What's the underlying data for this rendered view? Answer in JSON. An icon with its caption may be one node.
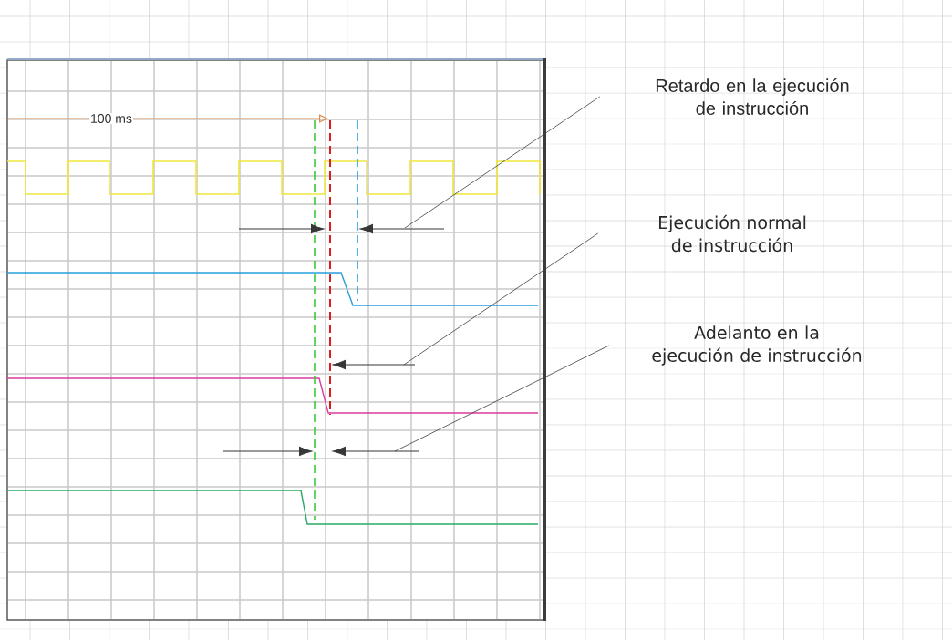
{
  "diagram": {
    "nodes": [
      {
        "text": [
          "Retardo en la ejecución de instrucción"
        ]
      },
      {
        "text": [
          "Ejecución normal de instrucción"
        ]
      },
      {
        "text": [
          "Adelanto en la ejecución de instrucción"
        ]
      }
    ],
    "edges": [
      {
        "from": 0,
        "to": null,
        "arrow": "none"
      },
      {
        "from": 1,
        "to": null,
        "arrow": "none"
      },
      {
        "from": 2,
        "to": null,
        "arrow": "none"
      }
    ],
    "labels": [
      "100 ms"
    ]
  }
}
